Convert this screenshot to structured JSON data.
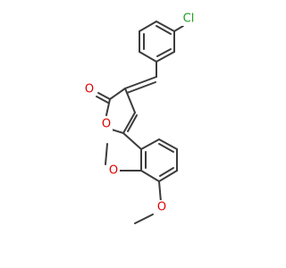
{
  "atoms": {
    "chlorine": {
      "label": "Cl",
      "color": "#1fa01f"
    },
    "lactone_carbonyl_oxygen": {
      "label": "O",
      "color": "#e00000"
    },
    "ring_oxygen": {
      "label": "O",
      "color": "#e00000"
    },
    "ortho_methoxy_oxygen": {
      "label": "O",
      "color": "#e00000"
    },
    "para_methoxy_oxygen": {
      "label": "O",
      "color": "#e00000"
    }
  },
  "colors": {
    "bond": "#3c3c3c",
    "background": "#ffffff"
  }
}
